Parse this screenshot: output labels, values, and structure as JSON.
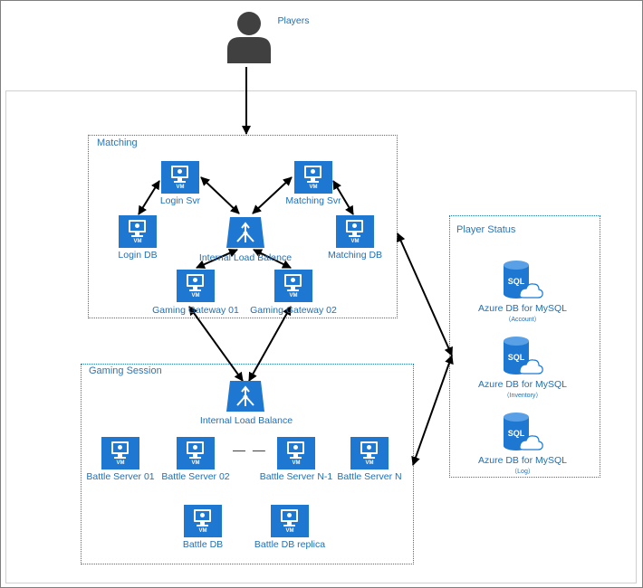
{
  "players": {
    "label": "Players"
  },
  "matching": {
    "title": "Matching",
    "login_svr": {
      "label": "Login Svr",
      "icon_text": "VM"
    },
    "matching_svr": {
      "label": "Matching Svr",
      "icon_text": "VM"
    },
    "login_db": {
      "label": "Login DB",
      "icon_text": "VM"
    },
    "matching_db": {
      "label": "Matching DB",
      "icon_text": "VM"
    },
    "load_balancer": {
      "label": "Internal Load Balance"
    },
    "gateway_01": {
      "label": "Gaming Gateway 01",
      "icon_text": "VM"
    },
    "gateway_02": {
      "label": "Gaming Gateway 02",
      "icon_text": "VM"
    }
  },
  "gaming_session": {
    "title": "Gaming Session",
    "load_balancer": {
      "label": "Internal Load Balance"
    },
    "battle_server_01": {
      "label": "Battle Server 01",
      "icon_text": "VM"
    },
    "battle_server_02": {
      "label": "Battle Server 02",
      "icon_text": "VM"
    },
    "ellipsis": "— —",
    "battle_server_n1": {
      "label": "Battle Server N-1",
      "icon_text": "VM"
    },
    "battle_server_n": {
      "label": "Battle Server N",
      "icon_text": "VM"
    },
    "battle_db": {
      "label": "Battle DB",
      "icon_text": "VM"
    },
    "battle_db_replica": {
      "label": "Battle DB replica",
      "icon_text": "VM"
    }
  },
  "player_status": {
    "title": "Player Status",
    "db_account": {
      "icon_text": "SQL",
      "label": "Azure DB for MySQL",
      "sublabel": "（Account）"
    },
    "db_inventory": {
      "icon_text": "SQL",
      "label": "Azure DB for MySQL",
      "sublabel": "（Inventory）"
    },
    "db_log": {
      "icon_text": "SQL",
      "label": "Azure DB for MySQL",
      "sublabel": "（Log）"
    }
  },
  "colors": {
    "azure_blue": "#1e78d2",
    "label_blue": "#1e6fb8",
    "group_border": "#2e75b6",
    "person_gray": "#404040",
    "arrow": "#000000"
  }
}
